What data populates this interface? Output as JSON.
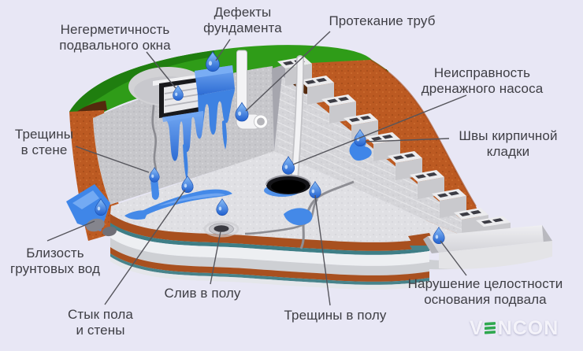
{
  "labels": {
    "window_leak": {
      "lines": [
        "Негерметичность",
        "подвального окна"
      ]
    },
    "foundation_defects": {
      "lines": [
        "Дефекты",
        "фундамента"
      ]
    },
    "pipe_leak": {
      "lines": [
        "Протекание труб"
      ]
    },
    "pump_failure": {
      "lines": [
        "Неисправность",
        "дренажного насоса"
      ]
    },
    "masonry_joints": {
      "lines": [
        "Швы кирпичной",
        "кладки"
      ]
    },
    "wall_cracks": {
      "lines": [
        "Трещины",
        "в стене"
      ]
    },
    "groundwater": {
      "lines": [
        "Близость",
        "грунтовых вод"
      ]
    },
    "floor_wall_joint": {
      "lines": [
        "Стык пола",
        "и стены"
      ]
    },
    "floor_drain": {
      "lines": [
        "Слив в полу"
      ]
    },
    "floor_cracks": {
      "lines": [
        "Трещины в полу"
      ]
    },
    "foundation_integrity": {
      "lines": [
        "Нарушение целостности",
        "основания подвала"
      ]
    }
  },
  "logo": {
    "prefix": "V",
    "suffix": "NCON"
  },
  "colors": {
    "background": "#e8e7f5",
    "text": "#3e3e44",
    "line": "#55555c",
    "water": "#3f86e8",
    "grass": "#2f9c18",
    "soil": "#bc5a22",
    "logo_green": "#2fa84f"
  }
}
